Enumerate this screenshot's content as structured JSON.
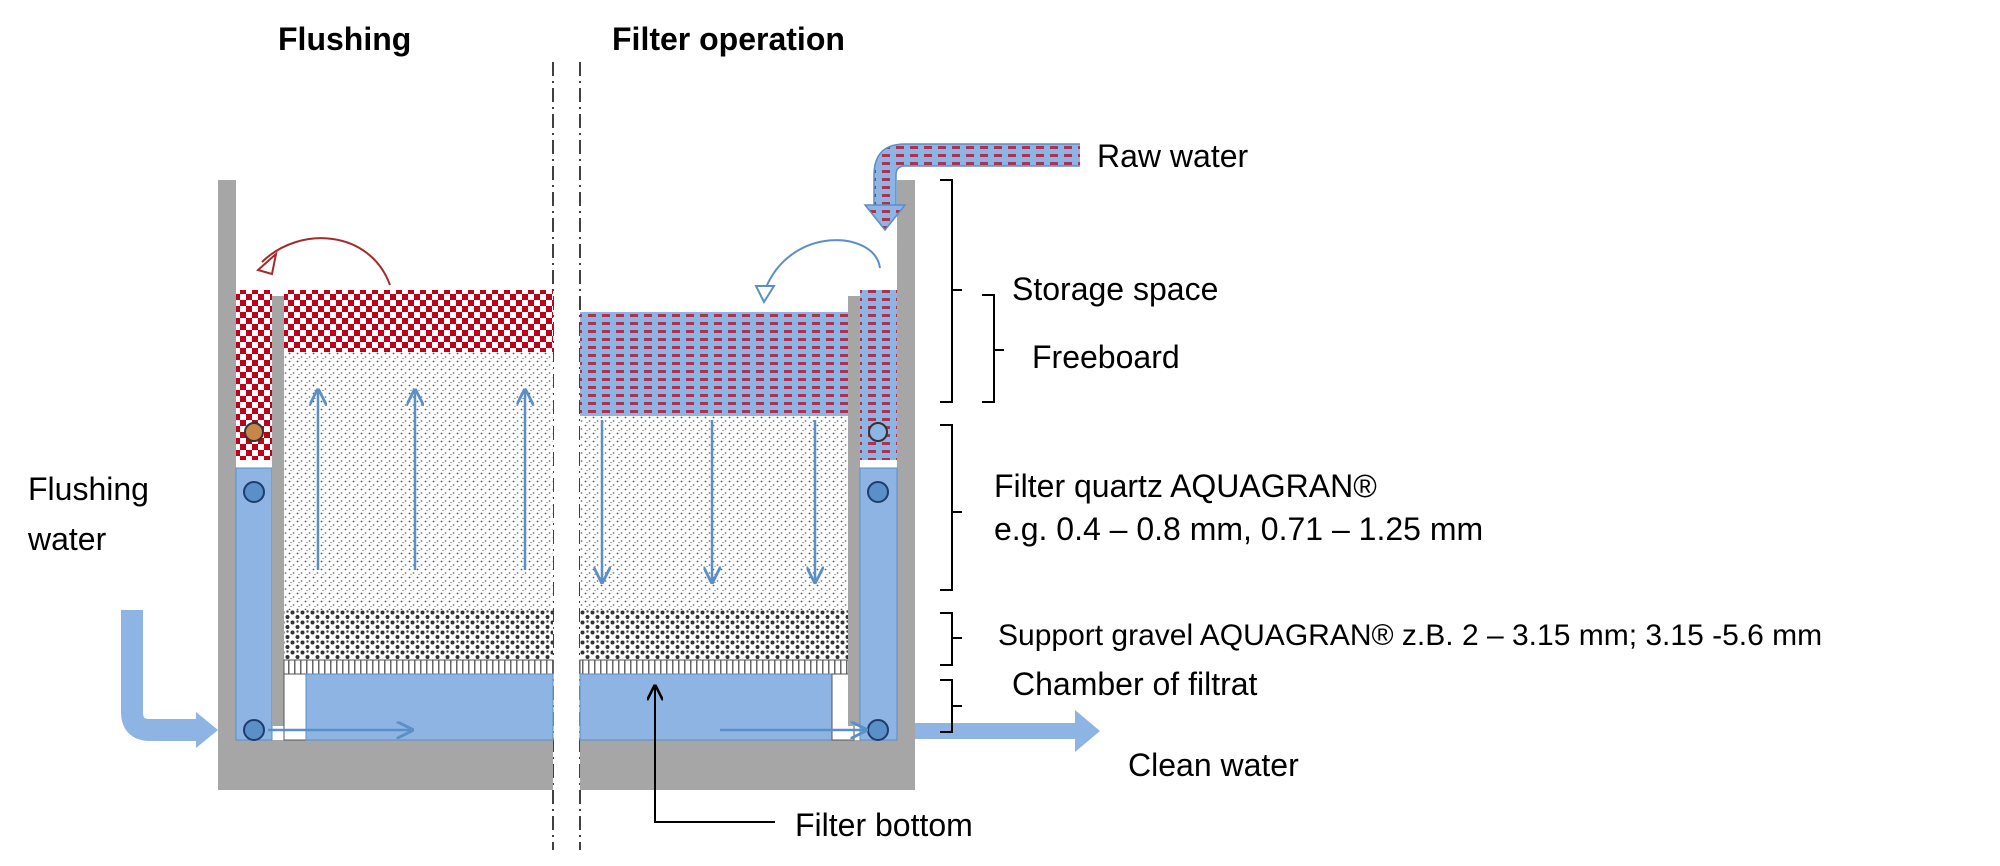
{
  "headers": {
    "flushing": "Flushing",
    "filter_operation": "Filter operation"
  },
  "labels": {
    "raw_water": "Raw water",
    "storage_space": "Storage space",
    "freeboard": "Freeboard",
    "filter_quartz_line1": "Filter quartz AQUAGRAN®",
    "filter_quartz_line2": "e.g. 0.4  – 0.8 mm,  0.71 – 1.25 mm",
    "support_gravel": "Support gravel AQUAGRAN® z.B. 2 – 3.15 mm; 3.15 -5.6 mm",
    "chamber": "Chamber of filtrat",
    "clean_water": "Clean water",
    "filter_bottom": "Filter bottom",
    "flushing_water_line1": "Flushing",
    "flushing_water_line2": "water"
  },
  "colors": {
    "wall": "#a6a6a6",
    "water": "#8db4e2",
    "arrow": "#5b8fc7",
    "dirty": "#c0001a",
    "raw_dash": "#b03050"
  }
}
